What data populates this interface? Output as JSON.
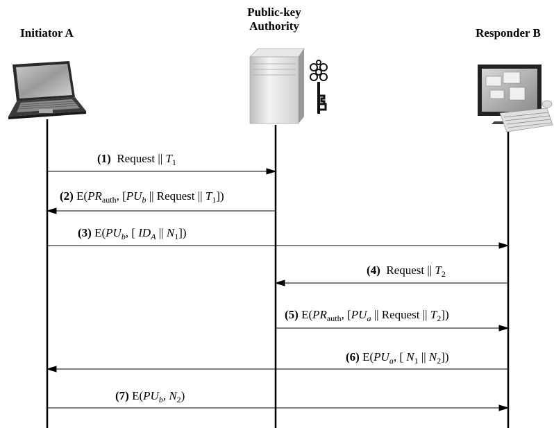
{
  "participants": {
    "initiator": "Initiator A",
    "authority_line1": "Public-key",
    "authority_line2": "Authority",
    "responder": "Responder B"
  },
  "messages": [
    {
      "num": "(1)",
      "direction": "A → Authority"
    },
    {
      "num": "(2)",
      "direction": "Authority → A"
    },
    {
      "num": "(3)",
      "direction": "A → B"
    },
    {
      "num": "(4)",
      "direction": "B → Authority"
    },
    {
      "num": "(5)",
      "direction": "Authority → B"
    },
    {
      "num": "(6)",
      "direction": "B → A"
    },
    {
      "num": "(7)",
      "direction": "A → B"
    }
  ],
  "text": {
    "request": "Request",
    "sep": "||",
    "E": "E",
    "PR": "PR",
    "PU": "PU",
    "auth": "auth",
    "ID": "ID",
    "T": "T",
    "N": "N",
    "a": "a",
    "b": "b",
    "A": "A",
    "one": "1",
    "two": "2"
  },
  "icons": [
    "laptop-icon",
    "server-icon",
    "key-icon",
    "desktop-computer-icon",
    "keyboard-icon",
    "mouse-icon"
  ]
}
